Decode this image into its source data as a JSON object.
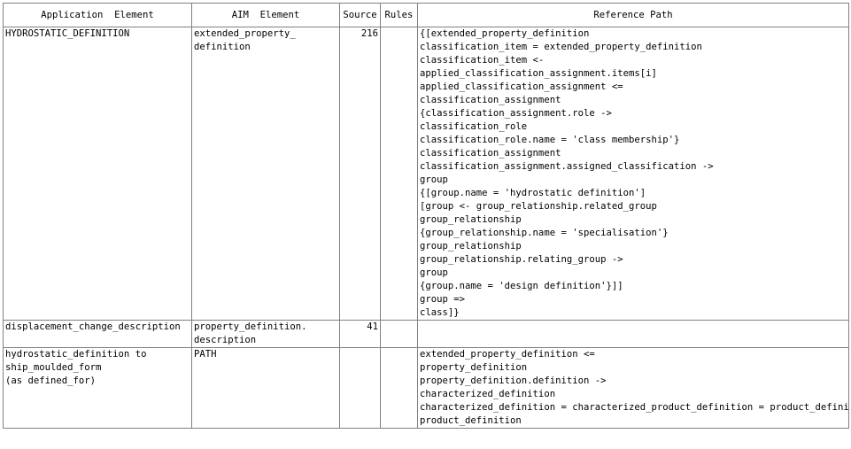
{
  "headers": {
    "application_element": "Application  Element",
    "aim_element": "AIM  Element",
    "source": "Source",
    "rules": "Rules",
    "reference_path": "Reference Path"
  },
  "rows": [
    {
      "application_element": "HYDROSTATIC_DEFINITION",
      "aim_element": "extended_property_\ndefinition",
      "source": "216",
      "rules": "",
      "reference_path": "{[extended_property_definition\nclassification_item = extended_property_definition\nclassification_item <-\napplied_classification_assignment.items[i]\napplied_classification_assignment <=\nclassification_assignment\n{classification_assignment.role ->\nclassification_role\nclassification_role.name = 'class membership'}\nclassification_assignment\nclassification_assignment.assigned_classification ->\ngroup\n{[group.name = 'hydrostatic definition']\n[group <- group_relationship.related_group\ngroup_relationship\n{group_relationship.name = 'specialisation'}\ngroup_relationship\ngroup_relationship.relating_group ->\ngroup\n{group.name = 'design definition'}]]\ngroup =>\nclass]}"
    },
    {
      "application_element": "displacement_change_description",
      "aim_element": "property_definition.\ndescription",
      "source": "41",
      "rules": "",
      "reference_path": ""
    },
    {
      "application_element": "hydrostatic_definition to\nship_moulded_form\n(as defined_for)",
      "aim_element": "PATH",
      "source": "",
      "rules": "",
      "reference_path": "extended_property_definition <=\nproperty_definition\nproperty_definition.definition ->\ncharacterized_definition\ncharacterized_definition = characterized_product_definition = product_definition\nproduct_definition"
    }
  ]
}
